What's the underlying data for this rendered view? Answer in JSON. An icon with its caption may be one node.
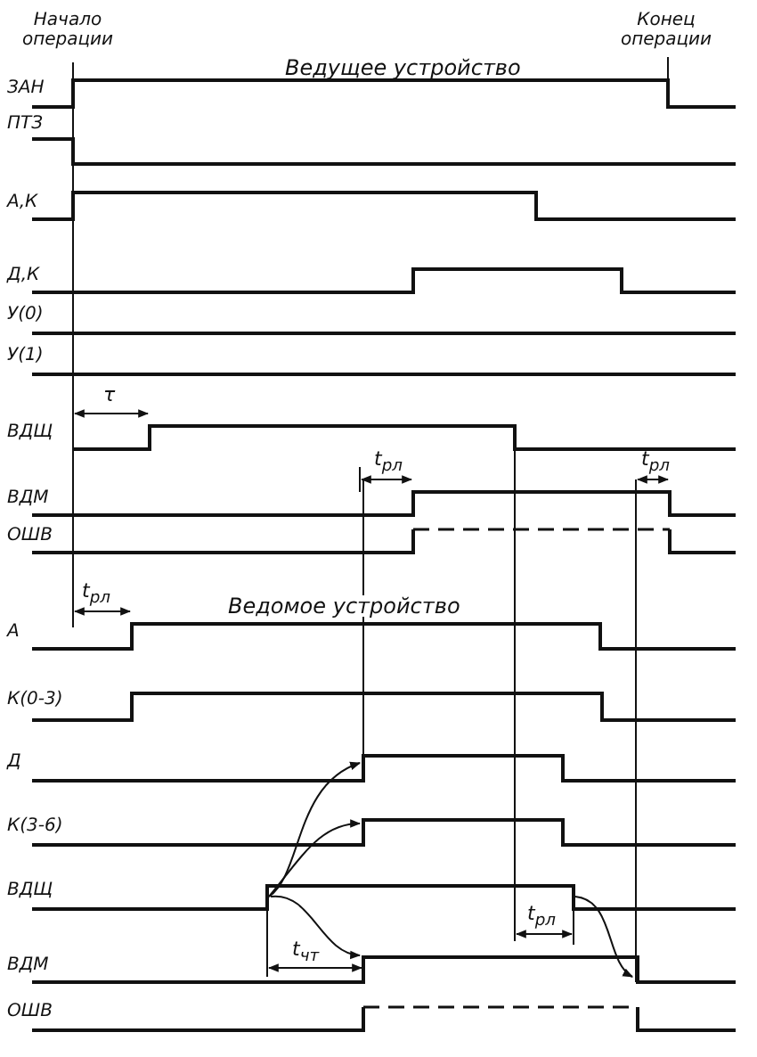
{
  "diagram": {
    "labels": [
      "Начало операции",
      "Конец операции",
      "Ведущее устройство",
      "ЗАН",
      "ПТЗ",
      "А,К",
      "Д,К",
      "У(0)",
      "У(1)",
      "τ",
      "ВДЩ",
      "t$_{рл}$",
      "t$_{рл}$",
      "ВДМ",
      "ОШВ",
      "t$_{рл}$",
      "Ведомое устройство",
      "А",
      "К(0-3)",
      "Д",
      "К(3-6)",
      "ВДЩ",
      "t$_{рл}$",
      "t$_{чт}$",
      "ВДМ",
      "ОШВ"
    ]
  }
}
